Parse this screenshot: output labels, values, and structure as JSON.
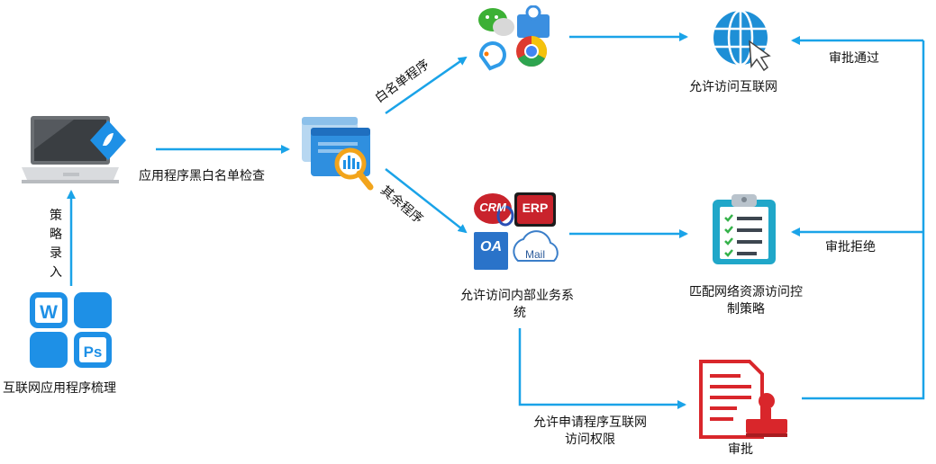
{
  "nodes": {
    "app_inventory": "互联网应用程序梳理",
    "policy_entry": [
      "策",
      "略",
      "录",
      "入"
    ],
    "bw_check": "应用程序黑白名单检查",
    "whitelist_branch": "白名单程序",
    "other_branch": "其余程序",
    "allow_internet": "允许访问互联网",
    "allow_internal_line1": "允许访问内部业务系",
    "allow_internal_line2": "统",
    "match_policy_line1": "匹配网络资源访问控",
    "match_policy_line2": "制策略",
    "apply_line1": "允许申请程序互联网",
    "apply_line2": "访问权限",
    "approval": "审批",
    "approved": "审批通过",
    "rejected": "审批拒绝"
  },
  "app_logos": {
    "word": "W",
    "photoshop": "Ps",
    "crm": "CRM",
    "erp": "ERP",
    "oa": "OA",
    "mail": "Mail"
  },
  "colors": {
    "arrow": "#1aa3e8",
    "flat_blue": "#1e90e6",
    "red": "#d9262b"
  }
}
